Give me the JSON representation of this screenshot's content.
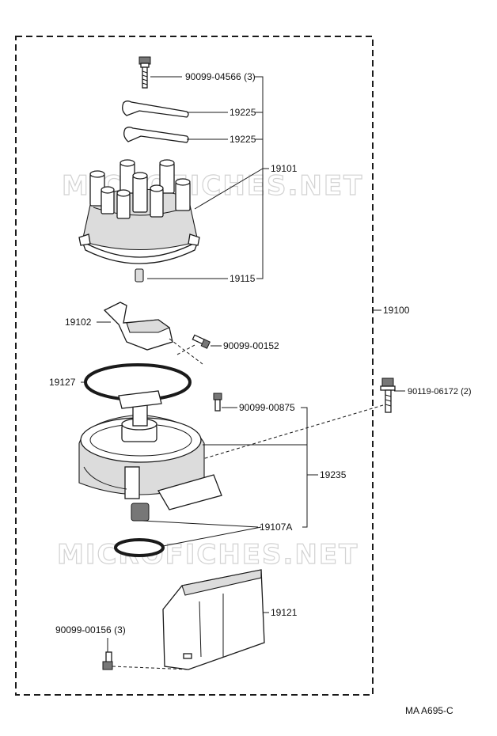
{
  "watermarks": [
    "MICROFICHES.NET",
    "MICROFICHES.NET"
  ],
  "callouts": {
    "bolt_cap": "90099-04566 (3)",
    "clamp_upper": "19225",
    "clamp_lower": "19225",
    "cap_assembly": "19101",
    "carbon": "19115",
    "rotor": "19102",
    "rotor_screw": "90099-00152",
    "gasket": "19127",
    "screw_body": "90099-00875",
    "bolt_mount": "90119-06172 (2)",
    "assembly": "19100",
    "housing": "19235",
    "oring": "19107A",
    "cover": "19121",
    "cover_screw": "90099-00156 (3)"
  },
  "figure_code": "MA A695-C"
}
